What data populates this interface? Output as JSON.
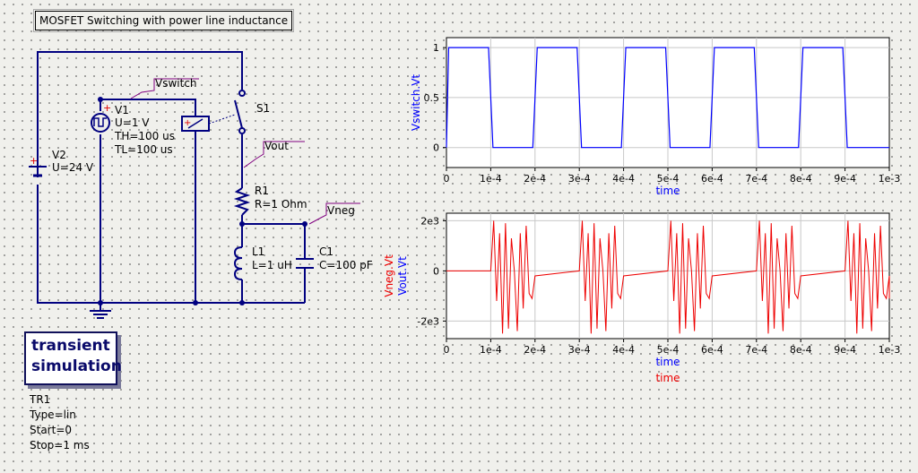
{
  "title": "MOSFET Switching with power line inductance",
  "components": {
    "v2": {
      "name": "V2",
      "value": "U=24 V"
    },
    "v1": {
      "name": "V1",
      "value": "U=1 V",
      "th": "TH=100 us",
      "tl": "TL=100 us"
    },
    "s1": {
      "name": "S1"
    },
    "r1": {
      "name": "R1",
      "value": "R=1 Ohm"
    },
    "l1": {
      "name": "L1",
      "value": "L=1 uH"
    },
    "c1": {
      "name": "C1",
      "value": "C=100 pF"
    }
  },
  "nodes": {
    "vswitch": "Vswitch",
    "vout": "Vout",
    "vneg": "Vneg"
  },
  "simulation": {
    "title_line1": "transient",
    "title_line2": "simulation",
    "name": "TR1",
    "type": "Type=lin",
    "start": "Start=0",
    "stop": "Stop=1 ms"
  },
  "colors": {
    "blue": "#0000ff",
    "red": "#ee0000",
    "wire": "#000080"
  },
  "chart_data": [
    {
      "type": "line",
      "ylabel": "Vswitch.Vt",
      "xlabel": "time",
      "xlim": [
        0,
        0.001
      ],
      "ylim": [
        -0.2,
        1.1
      ],
      "xticks": [
        "0",
        "1e-4",
        "2e-4",
        "3e-4",
        "4e-4",
        "5e-4",
        "6e-4",
        "7e-4",
        "8e-4",
        "9e-4",
        "1e-3"
      ],
      "yticks": [
        "1",
        "0.5",
        "0"
      ],
      "ytick_values": [
        1,
        0.5,
        0
      ],
      "grid": true,
      "series": [
        {
          "name": "Vswitch.Vt",
          "color": "#0000ff",
          "x": [
            0,
            5e-06,
            9.5e-05,
            0.000105,
            0.000195,
            0.000205,
            0.000295,
            0.000305,
            0.000395,
            0.000405,
            0.000495,
            0.000505,
            0.000595,
            0.000605,
            0.000695,
            0.000705,
            0.000795,
            0.000805,
            0.000895,
            0.000905,
            0.000995,
            0.001
          ],
          "y": [
            0,
            1,
            1,
            0,
            0,
            1,
            1,
            0,
            0,
            1,
            1,
            0,
            0,
            1,
            1,
            0,
            0,
            1,
            1,
            0,
            0,
            0
          ]
        }
      ]
    },
    {
      "type": "line",
      "ylabels": [
        "Vneg.Vt",
        "Vout.Vt"
      ],
      "xlabels": [
        "time",
        "time"
      ],
      "xlim": [
        0,
        0.001
      ],
      "ylim": [
        -2700,
        2300
      ],
      "xticks": [
        "0",
        "1e-4",
        "2e-4",
        "3e-4",
        "4e-4",
        "5e-4",
        "6e-4",
        "7e-4",
        "8e-4",
        "9e-4",
        "1e-3"
      ],
      "yticks": [
        "2e3",
        "0",
        "-2e3"
      ],
      "ytick_values": [
        2000,
        0,
        -2000
      ],
      "grid": true,
      "series": [
        {
          "name": "Vneg.Vt",
          "color": "#ee0000"
        },
        {
          "name": "Vout.Vt",
          "color": "#0000ff"
        }
      ],
      "burst_pattern": [
        0,
        2000,
        -1200,
        1500,
        -2500,
        1900,
        -2300,
        1300,
        0,
        -2400,
        1500,
        -1500,
        1800,
        -900,
        -1100,
        -200
      ],
      "burst_starts": [
        0.0001,
        0.0003,
        0.0005,
        0.0007,
        0.0009
      ]
    }
  ]
}
